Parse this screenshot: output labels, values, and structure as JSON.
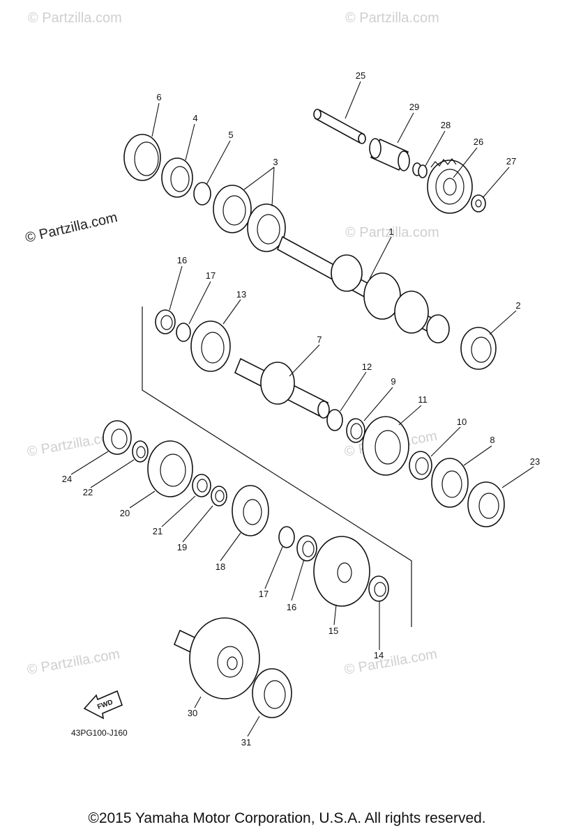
{
  "diagram": {
    "code": "43PG100-J160",
    "fwd_label": "FWD",
    "watermark": "© Partzilla.com",
    "copyright": "©2015  Yamaha Motor Corporation, U.S.A. All rights reserved.",
    "callouts": [
      "1",
      "2",
      "3",
      "4",
      "5",
      "6",
      "7",
      "8",
      "9",
      "10",
      "11",
      "12",
      "13",
      "14",
      "15",
      "16",
      "17",
      "18",
      "19",
      "20",
      "21",
      "22",
      "23",
      "24",
      "25",
      "26",
      "27",
      "28",
      "29",
      "30",
      "31"
    ]
  }
}
